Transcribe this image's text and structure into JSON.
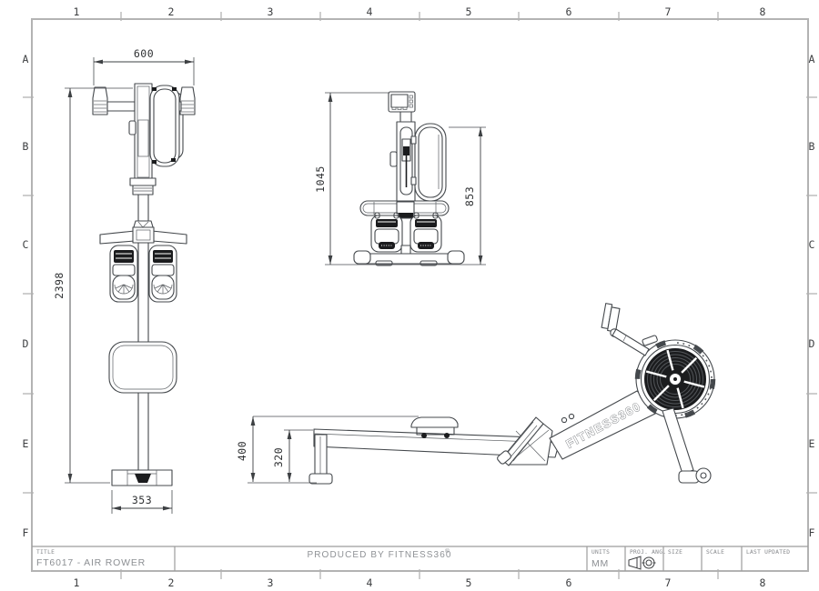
{
  "sheet": {
    "grid": {
      "columns": [
        "1",
        "2",
        "3",
        "4",
        "5",
        "6",
        "7",
        "8"
      ],
      "rows": [
        "A",
        "B",
        "C",
        "D",
        "E",
        "F"
      ]
    },
    "title_block": {
      "title_label": "TITLE",
      "title_value": "FT6017 - AIR ROWER",
      "produced_by": "PRODUCED BY FITNESS360",
      "registered_mark": "®",
      "units_label": "UNITS",
      "units_value": "MM",
      "proj_ang_label": "PROJ. ANG.",
      "size_label": "SIZE",
      "scale_label": "SCALE",
      "last_updated_label": "LAST UPDATED"
    }
  },
  "drawing": {
    "logo_text": "FITNESS360",
    "dims": {
      "top_width": "600",
      "overall_length": "2398",
      "rear_foot_width": "353",
      "overall_height": "1045",
      "flywheel_height": "853",
      "rail_end_height": "400",
      "rail_top_height": "320"
    }
  },
  "colors": {
    "line": "#44484c",
    "frame": "#b3b3b3",
    "dark_fill": "#1b1c1e",
    "title_text": "#8c8f93"
  }
}
